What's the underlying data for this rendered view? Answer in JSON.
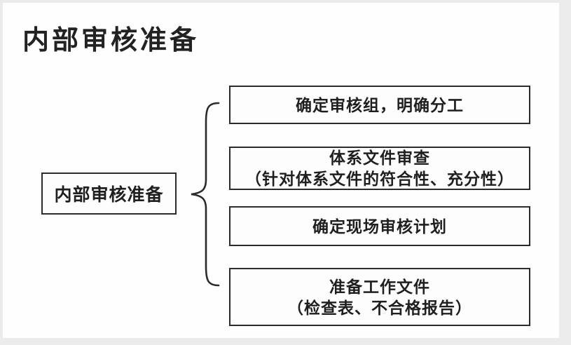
{
  "title": "内部审核准备",
  "colors": {
    "line": "#2b2b2b",
    "text": "#1f1f1f",
    "card_bg": "#fefefe",
    "frame_bg": "#ecebeb"
  },
  "diagram": {
    "root_label": "内部审核准备",
    "branches": [
      {
        "lines": [
          "确定审核组，明确分工"
        ]
      },
      {
        "lines": [
          "体系文件审查",
          "（针对体系文件的符合性、充分性）"
        ]
      },
      {
        "lines": [
          "确定现场审核计划"
        ]
      },
      {
        "lines": [
          "准备工作文件",
          "（检查表、不合格报告）"
        ]
      }
    ]
  }
}
